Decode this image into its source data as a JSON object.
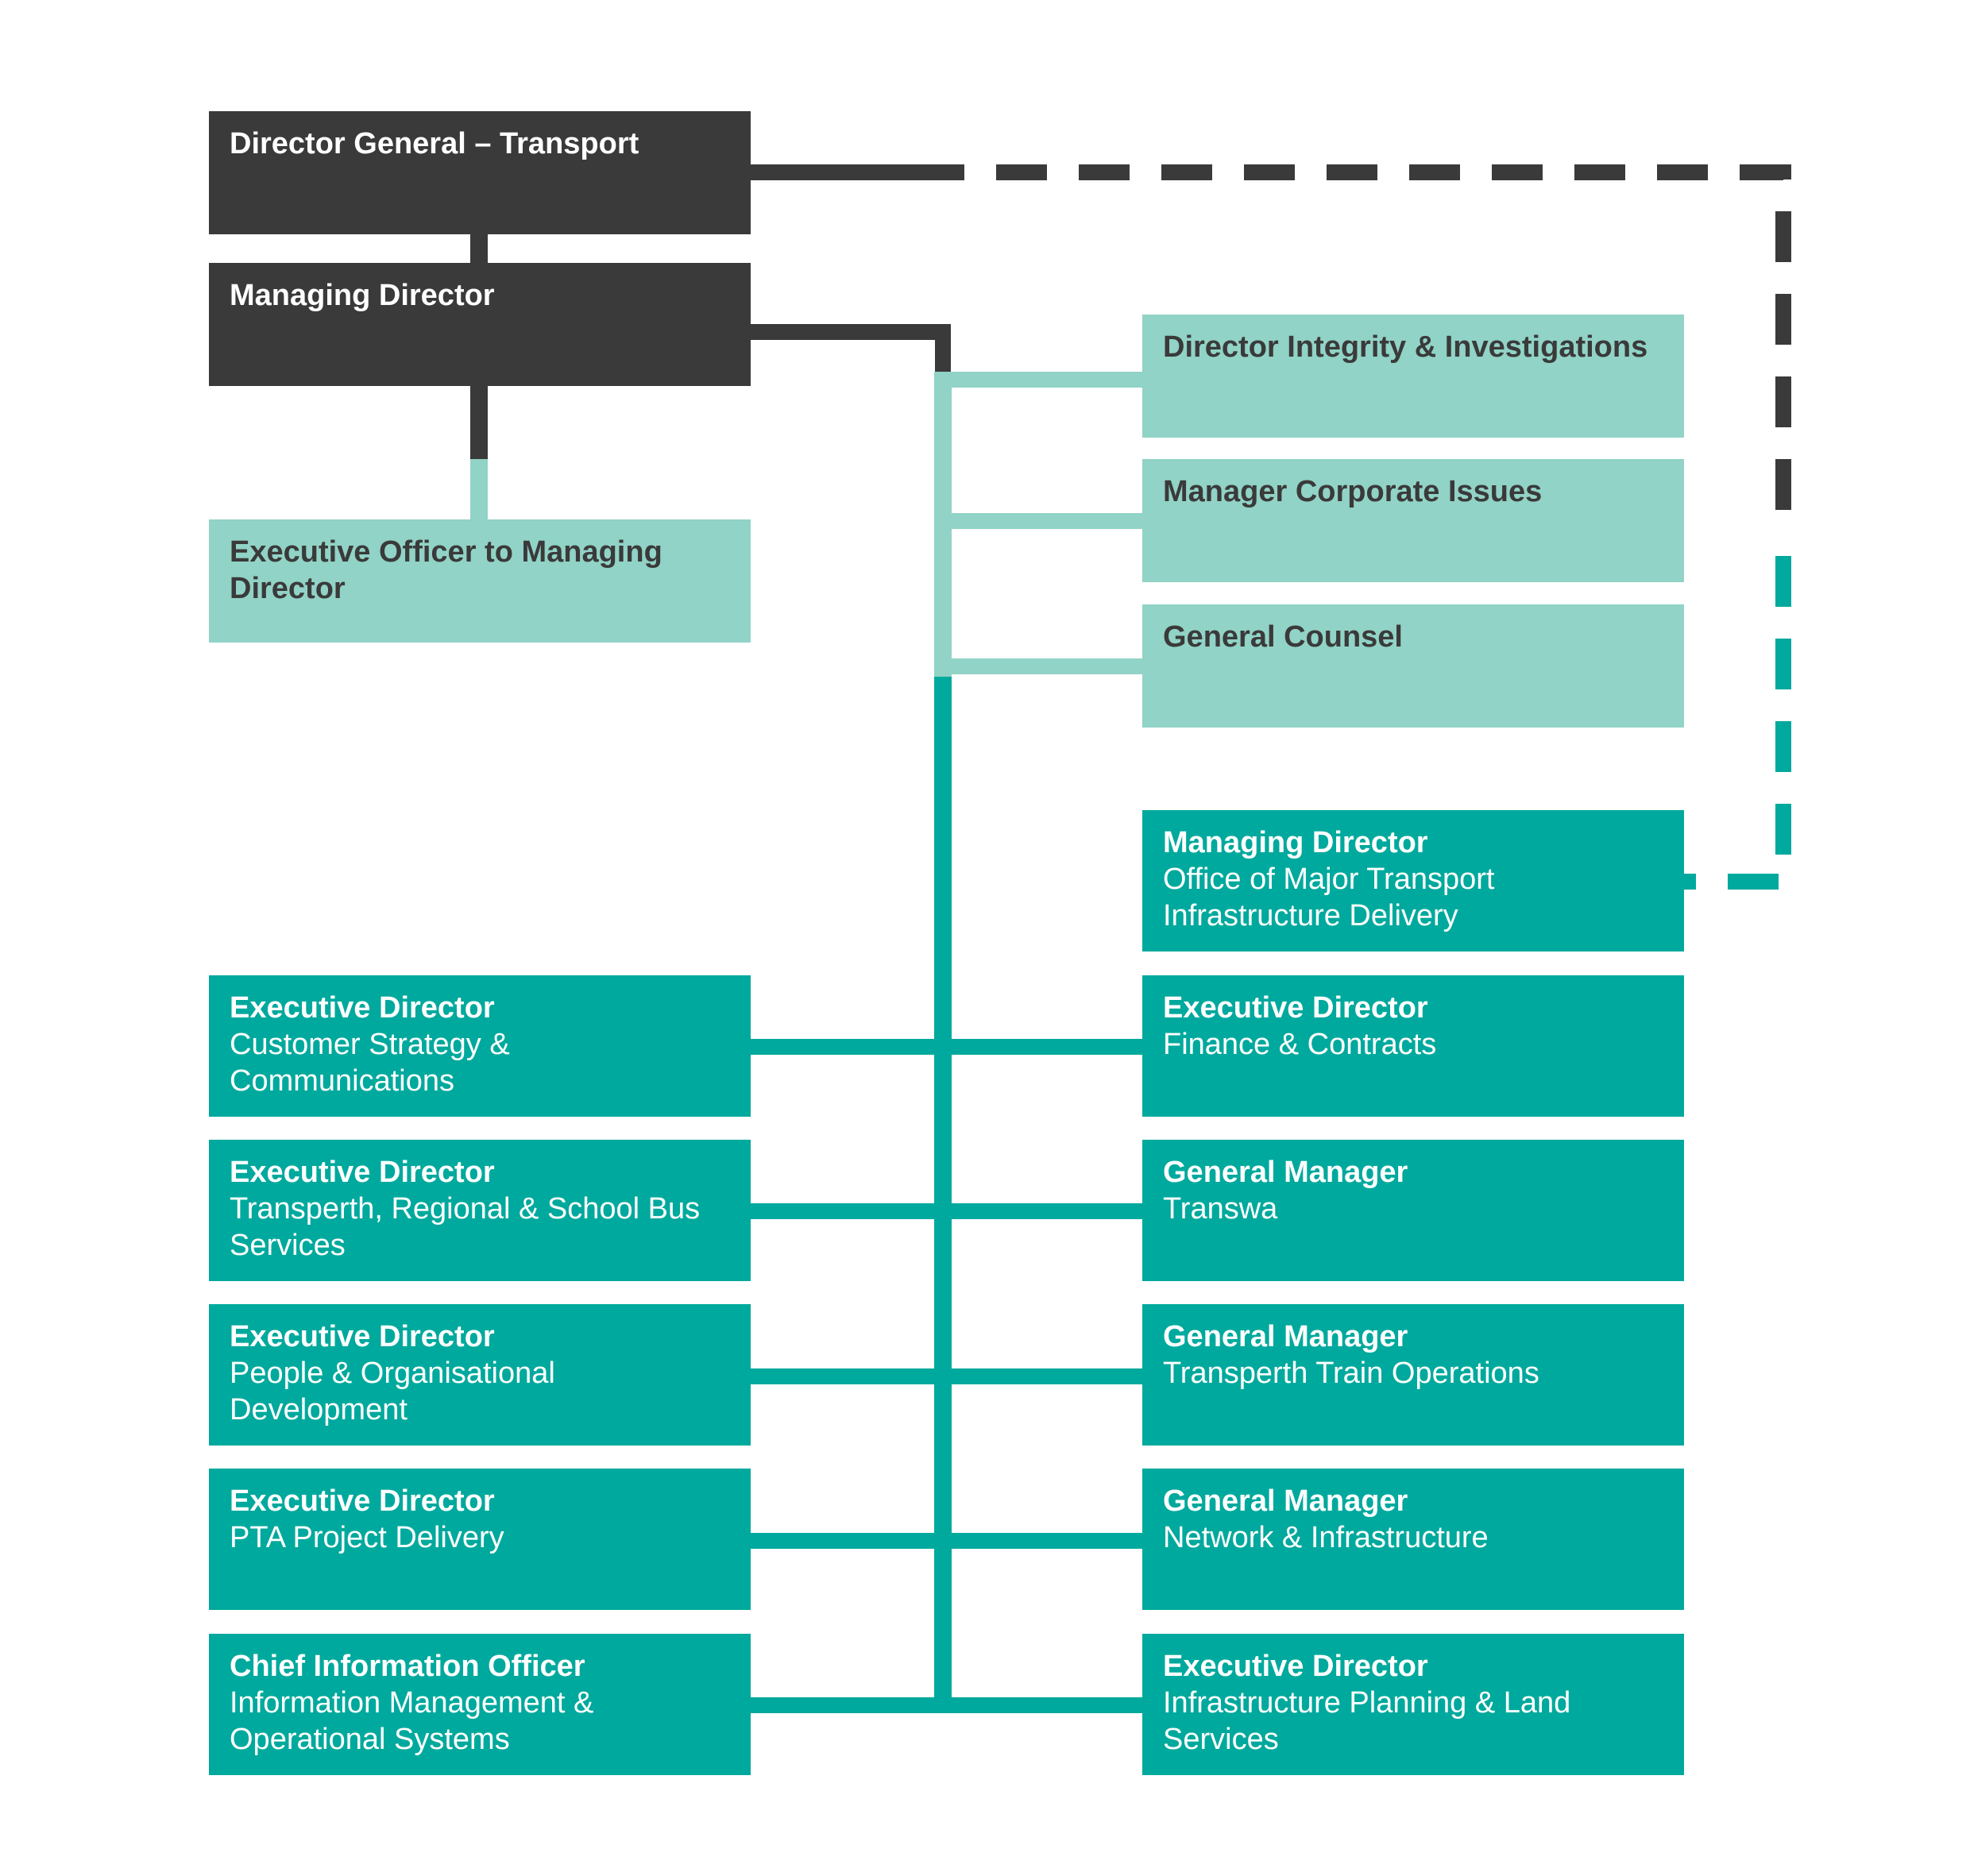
{
  "colors": {
    "dark": "#3a3a3a",
    "light_teal": "#91d3c6",
    "teal": "#00a99d",
    "background": "#ffffff"
  },
  "boxes": {
    "director_general": {
      "title": "Director General – Transport"
    },
    "managing_director": {
      "title": "Managing Director"
    },
    "executive_officer": {
      "title": "Executive Officer to Managing Director"
    },
    "director_integrity": {
      "title": "Director Integrity & Investigations"
    },
    "manager_corporate": {
      "title": "Manager Corporate Issues"
    },
    "general_counsel": {
      "title": "General Counsel"
    },
    "md_major_transport": {
      "title": "Managing Director",
      "subtitle": "Office of Major Transport Infrastructure Delivery"
    },
    "ed_customer": {
      "title": "Executive Director",
      "subtitle": "Customer Strategy & Communications"
    },
    "ed_finance": {
      "title": "Executive Director",
      "subtitle": "Finance & Contracts"
    },
    "ed_transperth": {
      "title": "Executive Director",
      "subtitle": "Transperth, Regional & School Bus Services"
    },
    "gm_transwa": {
      "title": "General Manager",
      "subtitle": "Transwa"
    },
    "ed_people": {
      "title": "Executive Director",
      "subtitle": "People & Organisational Development"
    },
    "gm_train": {
      "title": "General Manager",
      "subtitle": "Transperth Train Operations"
    },
    "ed_pta": {
      "title": "Executive Director",
      "subtitle": "PTA Project Delivery"
    },
    "gm_network": {
      "title": "General Manager",
      "subtitle": "Network & Infrastructure"
    },
    "cio": {
      "title": "Chief Information Officer",
      "subtitle": "Information Management & Operational Systems"
    },
    "ed_infrastructure": {
      "title": "Executive Director",
      "subtitle": "Infrastructure Planning & Land Services"
    }
  }
}
